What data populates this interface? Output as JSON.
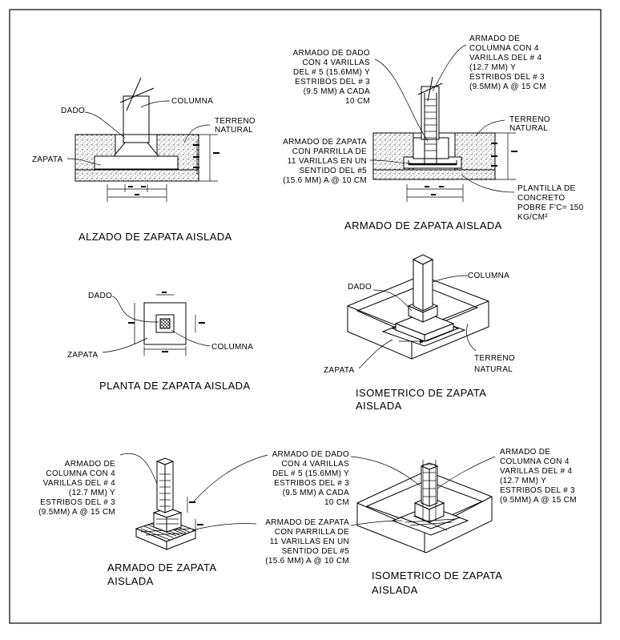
{
  "alzado": {
    "labels": {
      "dado": "DADO",
      "columna": "COLUMNA",
      "terreno": [
        "TERRENO",
        "NATURAL"
      ],
      "zapata": "ZAPATA"
    },
    "title": "ALZADO DE ZAPATA AISLADA"
  },
  "armado_alzado": {
    "armado_dado": [
      "ARMADO DE DADO",
      "CON 4 VARILLAS",
      "DEL # 5 (15.6MM) Y",
      "ESTRIBOS DEL # 3",
      "(9.5 MM) A CADA",
      "10 CM"
    ],
    "armado_columna": [
      "ARMADO DE",
      "COLUMNA CON 4",
      "VARILLAS DEL # 4",
      "(12.7 MM) Y",
      "ESTRIBOS DEL # 3",
      "(9.5MM) A @ 15 CM"
    ],
    "terreno": [
      "TERRENO",
      "NATURAL"
    ],
    "armado_zapata": [
      "ARMADO DE ZAPATA",
      "CON PARRILLA DE",
      "11 VARILLAS EN UN",
      "SENTIDO DEL #5",
      "(15.6 MM) A @ 10 CM"
    ],
    "plantilla": [
      "PLANTILLA DE",
      "CONCRETO",
      "POBRE F'C= 150",
      "KG/CM²"
    ],
    "title": "ARMADO DE ZAPATA AISLADA"
  },
  "planta": {
    "labels": {
      "dado": "DADO",
      "zapata": "ZAPATA",
      "columna": "COLUMNA"
    },
    "title": "PLANTA DE ZAPATA AISLADA"
  },
  "isometrico": {
    "labels": {
      "dado": "DADO",
      "columna": "COLUMNA",
      "terreno": [
        "TERRENO",
        "NATURAL"
      ],
      "zapata": "ZAPATA"
    },
    "title": [
      "ISOMETRICO DE ZAPATA",
      "AISLADA"
    ]
  },
  "armado_3d": {
    "armado_columna": [
      "ARMADO DE",
      "COLUMNA CON 4",
      "VARILLAS DEL # 4",
      "(12.7 MM) Y",
      "ESTRIBOS DEL # 3",
      "(9.5MM) A @ 15 CM"
    ],
    "armado_dado": [
      "ARMADO DE DADO",
      "CON 4 VARILLAS",
      "DEL # 5 (15.6MM) Y",
      "ESTRIBOS DEL # 3",
      "(9.5 MM) A CADA",
      "10 CM"
    ],
    "armado_zapata": [
      "ARMADO DE ZAPATA",
      "CON PARRILLA DE",
      "11 VARILLAS EN UN",
      "SENTIDO DEL #5",
      "(15.6 MM) A @ 10 CM"
    ],
    "title": [
      "ARMADO DE ZAPATA",
      "AISLADA"
    ]
  },
  "isometrico_armado": {
    "armado_columna": [
      "ARMADO DE",
      "COLUMNA CON 4",
      "VARILLAS DEL # 4",
      "(12.7 MM) Y",
      "ESTRIBOS DEL # 3",
      "(9.5MM) A @ 15 CM"
    ],
    "title": [
      "ISOMETRICO DE ZAPATA",
      "AISLADA"
    ]
  }
}
